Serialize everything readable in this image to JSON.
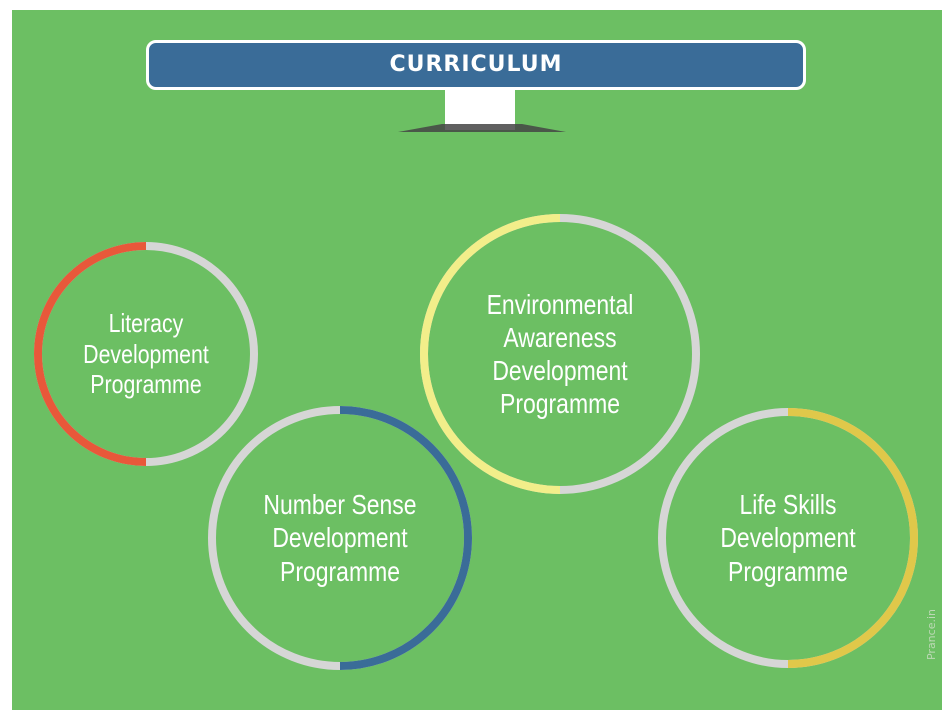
{
  "banner": {
    "title": "CURRICULUM"
  },
  "colors": {
    "background": "#6cbf63",
    "banner": "#3a6c98",
    "track": "#d6d6d6",
    "literacy": "#e8583a",
    "number_sense": "#3a6c98",
    "environmental": "#f2ee8a",
    "life_skills": "#e0c84a"
  },
  "circles": [
    {
      "id": "literacy",
      "lines": [
        "Literacy",
        "Development",
        "Programme"
      ],
      "accent": "literacy",
      "accent_side": "left"
    },
    {
      "id": "number-sense",
      "lines": [
        "Number Sense",
        "Development",
        "Programme"
      ],
      "accent": "number_sense",
      "accent_side": "right"
    },
    {
      "id": "environmental",
      "lines": [
        "Environmental",
        "Awareness",
        "Development",
        "Programme"
      ],
      "accent": "environmental",
      "accent_side": "left"
    },
    {
      "id": "life-skills",
      "lines": [
        "Life Skills",
        "Development",
        "Programme"
      ],
      "accent": "life_skills",
      "accent_side": "right"
    }
  ],
  "watermark": "Prance.in"
}
